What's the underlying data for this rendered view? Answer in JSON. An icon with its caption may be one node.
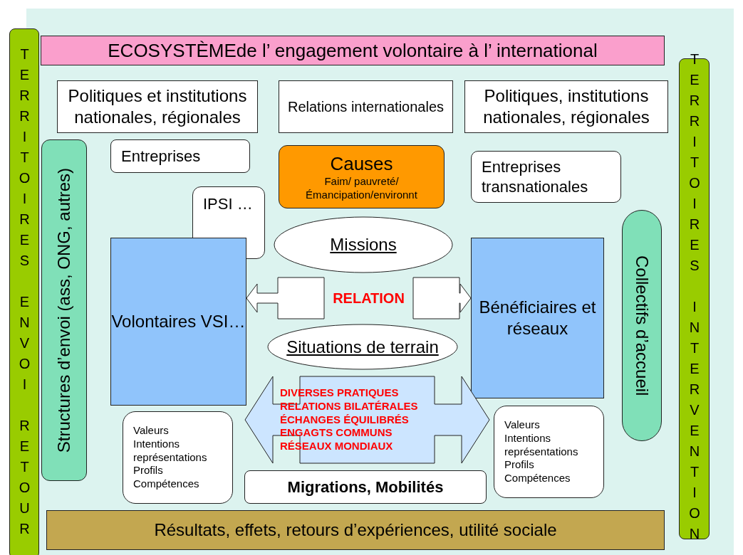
{
  "diagram": {
    "nodes": [
      {
        "text": [
          "TERRITOIRES ENVOI RETOUR"
        ]
      },
      {
        "text": [
          "ECOSYSTÈMEde l’ engagement volontaire à l’ international"
        ]
      },
      {
        "text": [
          "Politiques et institutions nationales, régionales"
        ]
      },
      {
        "text": [
          "Relations internationales"
        ]
      },
      {
        "text": [
          "Politiques, institutions nationales, régionales"
        ]
      },
      {
        "text": [
          "TERRITOIRES INTERVENTION"
        ]
      },
      {
        "text": [
          "Structures d’envoi (ass, ONG, autres)"
        ]
      },
      {
        "text": [
          "Entreprises"
        ]
      },
      {
        "text": [
          "Causes",
          "Faim/ pauvreté/ Émancipation/environnt"
        ]
      },
      {
        "text": [
          "Entreprises transnationales"
        ]
      },
      {
        "text": [
          "IPSI …"
        ]
      },
      {
        "text": [
          "Missions"
        ]
      },
      {
        "text": [
          "Collectifs d’accueil"
        ]
      },
      {
        "text": [
          "Volontaires VSI…"
        ]
      },
      {
        "text": [
          "Bénéficiaires et réseaux"
        ]
      },
      {
        "text": [
          "RELATION"
        ]
      },
      {
        "text": [
          "Situations de terrain"
        ]
      },
      {
        "text": [
          "DIVERSES PRATIQUES",
          "RELATIONS BILATÉRALES",
          "ÉCHANGES ÉQUILIBRÉS",
          "ENGAGTS COMMUNS",
          "RÉSEAUX MONDIAUX"
        ]
      },
      {
        "text": [
          "Valeurs",
          "Intentions",
          "représentations",
          "Profils",
          "Compétences"
        ]
      },
      {
        "text": [
          "Valeurs",
          "Intentions",
          "représentations",
          "Profils",
          "Compétences"
        ]
      },
      {
        "text": [
          "Migrations, Mobilités"
        ]
      },
      {
        "text": [
          "Résultats, effets, retours d’expériences, utilité sociale"
        ]
      }
    ],
    "edges": [
      {
        "from": 15,
        "to": 13,
        "arrow": "to"
      },
      {
        "from": 15,
        "to": 14,
        "arrow": "to"
      }
    ]
  }
}
